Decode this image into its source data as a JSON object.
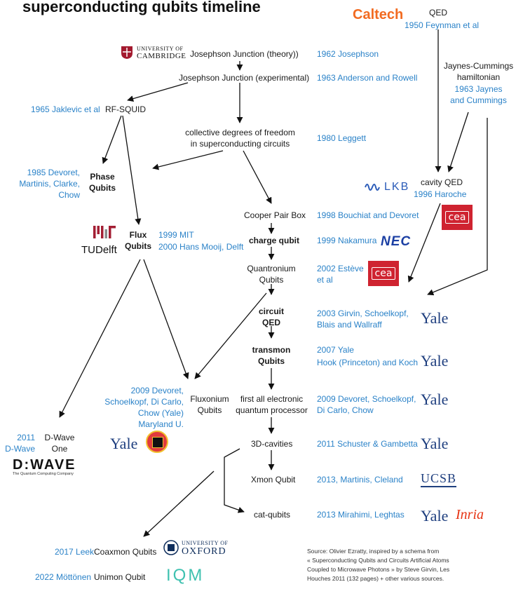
{
  "title": "superconducting qubits timeline",
  "logos": {
    "caltech": "Caltech",
    "cambridge_line1": "UNIVERSITY OF",
    "cambridge_line2": "CAMBRIDGE",
    "lkb": "LKB",
    "cea": "cea",
    "mit": "MIT",
    "tudelft": "TUDelft",
    "nec": "NEC",
    "yale": "Yale",
    "dwave": "D:WAVE",
    "dwave_tagline": "The Quantum Computing Company",
    "ucsb": "UCSB",
    "inria": "Inria",
    "oxford_line1": "UNIVERSITY OF",
    "oxford_line2": "OXFORD",
    "iqm": "IQM"
  },
  "nodes": {
    "qed": "QED",
    "jj_theory": "Josephson Junction (theory))",
    "jj_exp": "Josephson Junction (experimental)",
    "jaynes_1": "Jaynes-Cummings",
    "jaynes_2": "hamiltonian",
    "rf_squid": "RF-SQUID",
    "collective_1": "collective degrees of freedom",
    "collective_2": "in superconducting circuits",
    "phase_1": "Phase",
    "phase_2": "Qubits",
    "cavity_qed": "cavity QED",
    "cpb": "Cooper Pair Box",
    "flux_1": "Flux",
    "flux_2": "Qubits",
    "charge": "charge qubit",
    "quantronium_1": "Quantronium",
    "quantronium_2": "Qubits",
    "cqed_1": "circuit",
    "cqed_2": "QED",
    "transmon_1": "transmon",
    "transmon_2": "Qubits",
    "fluxonium_1": "Fluxonium",
    "fluxonium_2": "Qubits",
    "allelec_1": "first all electronic",
    "allelec_2": "quantum processor",
    "dwave_1": "D-Wave",
    "dwave_2": "One",
    "cavities3d": "3D-cavities",
    "xmon": "Xmon Qubit",
    "cat": "cat-qubits",
    "coaxmon": "Coaxmon Qubits",
    "unimon": "Unimon Qubit"
  },
  "refs": {
    "feynman": "1950 Feynman et al",
    "josephson": "1962 Josephson",
    "anderson": "1963 Anderson and Rowell",
    "jaynes_1": "1963 Jaynes",
    "jaynes_2": "and Cummings",
    "jaklevic": "1965 Jaklevic et al",
    "leggett": "1980 Leggett",
    "devoret85_1": "1985 Devoret,",
    "devoret85_2": "Martinis, Clarke,",
    "devoret85_3": "Chow",
    "haroche": "1996 Haroche",
    "bouchiat": "1998 Bouchiat and Devoret",
    "mit99": "1999 MIT",
    "mooij": "2000 Hans Mooij, Delft",
    "nakamura": "1999 Nakamura",
    "esteve_1": "2002 Estève",
    "esteve_2": "et al",
    "girvin_1": "2003 Girvin, Schoelkopf,",
    "girvin_2": "Blais and Wallraff",
    "yale07_1": "2007 Yale",
    "yale07_2": "Hook (Princeton) and Koch",
    "fluxonium_1": "2009 Devoret,",
    "fluxonium_2": "Schoelkopf, Di Carlo,",
    "fluxonium_3": "Chow (Yale)",
    "fluxonium_4": "Maryland U.",
    "allelec_1": "2009 Devoret, Schoelkopf,",
    "allelec_2": "Di Carlo, Chow",
    "dwave_1": "2011",
    "dwave_2": "D-Wave",
    "schuster": "2011 Schuster & Gambetta",
    "martinis": "2013, Martinis, Cleland",
    "mirahimi": "2013 Mirahimi, Leghtas",
    "leek": "2017 Leek",
    "mottonen": "2022 Möttönen"
  },
  "source": {
    "line1": "Source: Olivier Ezratty,  inspired by a schema from",
    "line2": "« Superconducting Qubits and Circuits Artificial Atoms",
    "line3": "Coupled to Microwave Photons » by Steve Girvin, Les",
    "line4": "Houches 2011 (132 pages)  + other various sources."
  },
  "colors": {
    "ref_blue": "#2a82c8",
    "yale_blue": "#1f3f7f",
    "cea_red": "#cf2330",
    "caltech_orange": "#f26b21",
    "cambridge_red": "#a3192e",
    "mit_red": "#a31f34",
    "nec_blue": "#1b3fa3",
    "oxford_blue": "#0f2e5c",
    "iqm_teal": "#3fc1b0"
  }
}
